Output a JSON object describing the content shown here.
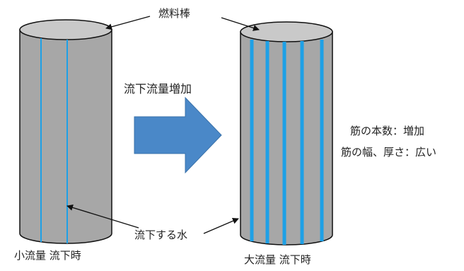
{
  "labels": {
    "fuel_rod": "燃料棒",
    "flow_increase": "流下流量増加",
    "falling_water": "流下する水",
    "small_flow": "小流量 流下時",
    "large_flow": "大流量 流下時",
    "streak_count": "筋の本数：増加",
    "streak_width": "筋の幅、厚さ：広い"
  },
  "colors": {
    "rod_body": "#a7a7a7",
    "rod_top": "#c9c9c9",
    "water_streak": "#1ea0e6",
    "arrow_fill": "#4a88c8"
  }
}
